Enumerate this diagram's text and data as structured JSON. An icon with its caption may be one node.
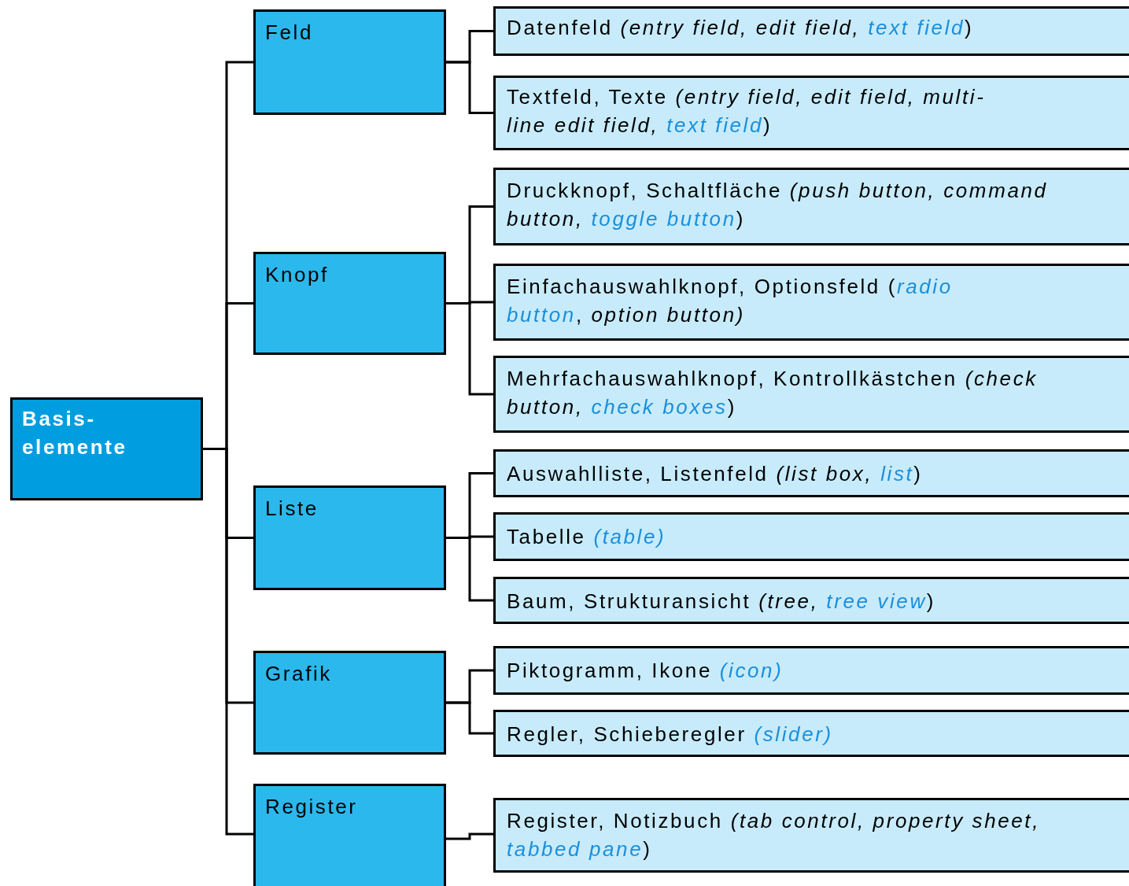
{
  "diagram": {
    "nodes": [
      {
        "text": [
          "Basis-elemente"
        ]
      },
      {
        "text": [
          "Feld"
        ]
      },
      {
        "text": [
          "Datenfeld *(entry field, edit field,* **text field**)"
        ]
      },
      {
        "text": [
          "Textfeld, Texte *(entry field, edit field, multi-line edit field,* **text field**)"
        ]
      },
      {
        "text": [
          "Knopf"
        ]
      },
      {
        "text": [
          "Druckknopf, Schaltfläche *(push button, command button,* **toggle button**)"
        ]
      },
      {
        "text": [
          "Einfachauswahlknopf, Optionsfeld (**radio button**, *option button)*"
        ]
      },
      {
        "text": [
          "Mehrfachauswahlknopf, Kontrollkästchen *(check button,* **check boxes**)"
        ]
      },
      {
        "text": [
          "Liste"
        ]
      },
      {
        "text": [
          "Auswahlliste, Listenfeld *(list box,* **list**)"
        ]
      },
      {
        "text": [
          "Tabelle **(table)**"
        ]
      },
      {
        "text": [
          "Baum, Strukturansicht *(tree,* **tree view**)"
        ]
      },
      {
        "text": [
          "Grafik"
        ]
      },
      {
        "text": [
          "Piktogramm, Ikone **(icon)**"
        ]
      },
      {
        "text": [
          "Regler, Schieberegler **(slider)**"
        ]
      },
      {
        "text": [
          "Register"
        ]
      },
      {
        "text": [
          "Register, Notizbuch *(tab control, property sheet,* **tabbed pane**)"
        ]
      }
    ],
    "edges": [
      {
        "from": 0,
        "to": 1,
        "arrow": "none"
      },
      {
        "from": 0,
        "to": 4,
        "arrow": "none"
      },
      {
        "from": 0,
        "to": 8,
        "arrow": "none"
      },
      {
        "from": 0,
        "to": 12,
        "arrow": "none"
      },
      {
        "from": 0,
        "to": 15,
        "arrow": "none"
      },
      {
        "from": 1,
        "to": 2,
        "arrow": "none"
      },
      {
        "from": 1,
        "to": 3,
        "arrow": "none"
      },
      {
        "from": 4,
        "to": 5,
        "arrow": "none"
      },
      {
        "from": 4,
        "to": 6,
        "arrow": "none"
      },
      {
        "from": 4,
        "to": 7,
        "arrow": "none"
      },
      {
        "from": 8,
        "to": 9,
        "arrow": "none"
      },
      {
        "from": 8,
        "to": 10,
        "arrow": "none"
      },
      {
        "from": 8,
        "to": 11,
        "arrow": "none"
      },
      {
        "from": 12,
        "to": 13,
        "arrow": "none"
      },
      {
        "from": 12,
        "to": 14,
        "arrow": "none"
      },
      {
        "from": 15,
        "to": 16,
        "arrow": "none"
      }
    ]
  }
}
